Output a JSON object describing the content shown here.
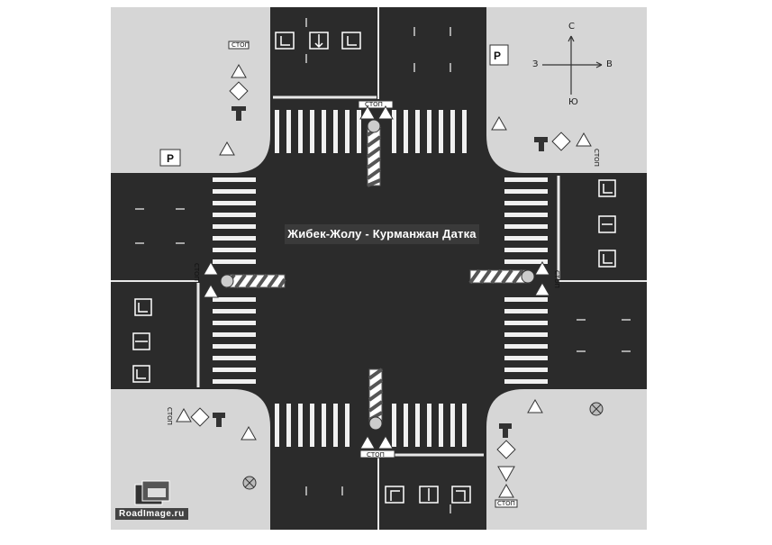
{
  "title": "Жибек-Жолу - Курманжан Датка",
  "compass": {
    "north": "С",
    "south": "Ю",
    "west": "З",
    "east": "В"
  },
  "sign_stop_text": "СТОП",
  "sign_parking_text": "P",
  "watermark": "RoadImage.ru",
  "colors": {
    "background": "#ffffff",
    "sidewalk": "#d9d9d9",
    "asphalt": "#2a2a2a",
    "marking": "#f2f2f2",
    "label_bg": "#3a3a3a"
  }
}
